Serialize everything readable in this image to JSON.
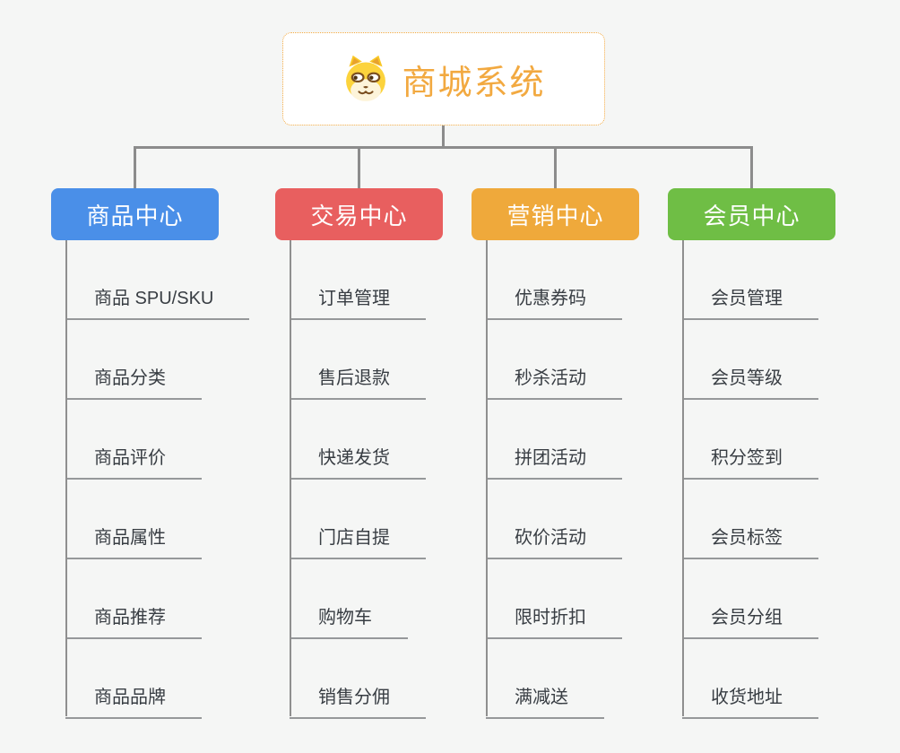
{
  "diagram": {
    "background": "#f5f6f5",
    "connector_color": "#8c8c8c",
    "root": {
      "label": "商城系统",
      "icon": "dog-face-icon",
      "accent_color": "#f2a940",
      "bg_color": "#ffffff"
    },
    "branches": [
      {
        "label": "商品中心",
        "color": "#4a8fe8",
        "children": [
          "商品 SPU/SKU",
          "商品分类",
          "商品评价",
          "商品属性",
          "商品推荐",
          "商品品牌"
        ]
      },
      {
        "label": "交易中心",
        "color": "#e85f5f",
        "children": [
          "订单管理",
          "售后退款",
          "快递发货",
          "门店自提",
          "购物车",
          "销售分佣"
        ]
      },
      {
        "label": "营销中心",
        "color": "#efa93b",
        "children": [
          "优惠券码",
          "秒杀活动",
          "拼团活动",
          "砍价活动",
          "限时折扣",
          "满减送"
        ]
      },
      {
        "label": "会员中心",
        "color": "#6fbe45",
        "children": [
          "会员管理",
          "会员等级",
          "积分签到",
          "会员标签",
          "会员分组",
          "收货地址"
        ]
      }
    ]
  }
}
